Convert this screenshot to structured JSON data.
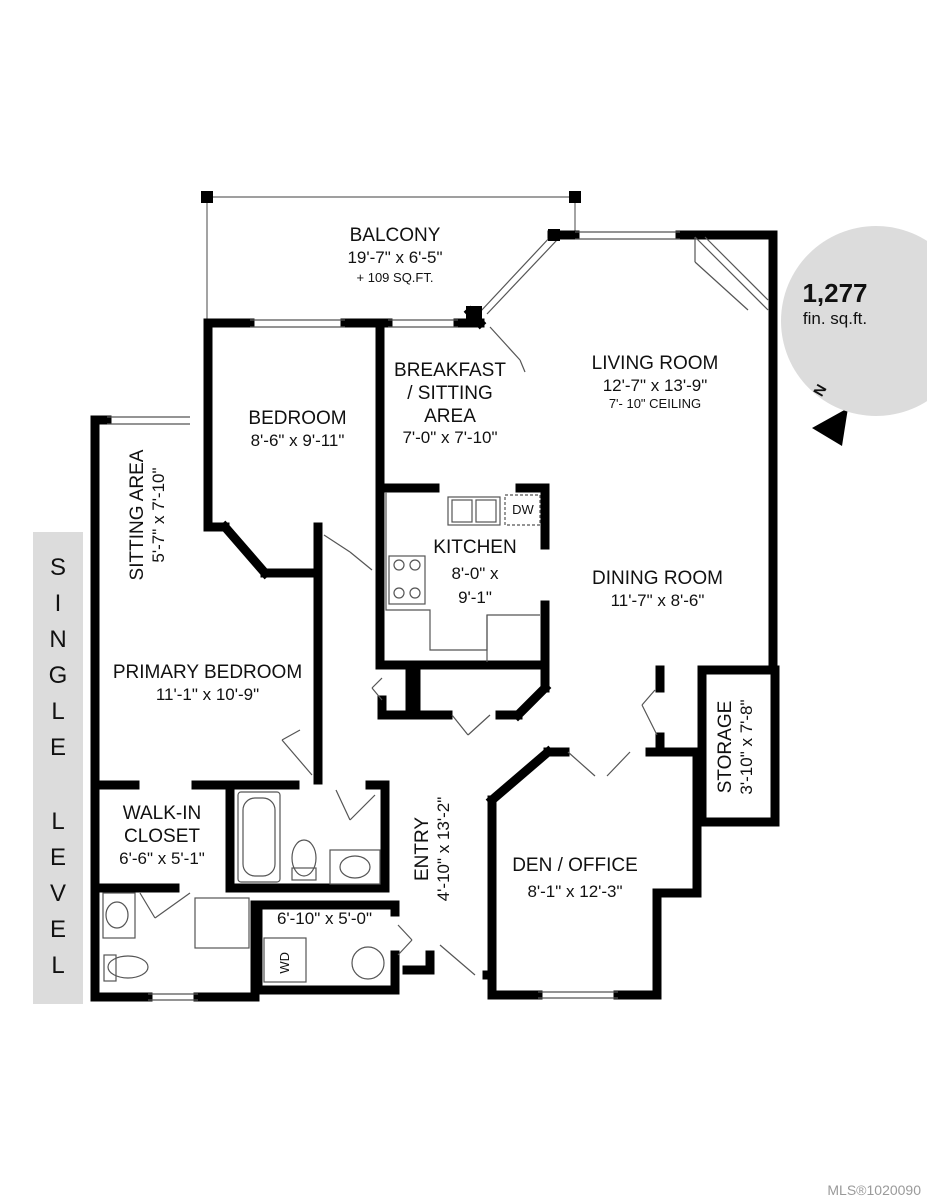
{
  "rooms": {
    "balcony": {
      "name": "BALCONY",
      "dims": "19'-7\" x 6'-5\"",
      "note": "+ 109 SQ.FT."
    },
    "living_room": {
      "name": "LIVING ROOM",
      "dims": "12'-7\" x 13'-9\"",
      "note": "7'- 10\" CEILING"
    },
    "breakfast": {
      "line1": "BREAKFAST",
      "line2": "/ SITTING",
      "line3": "AREA",
      "dims": "7'-0\" x 7'-10\""
    },
    "bedroom": {
      "name": "BEDROOM",
      "dims": "8'-6\" x 9'-11\""
    },
    "sitting_area": {
      "name": "SITTING AREA",
      "dims": "5'-7\" x 7'-10\""
    },
    "kitchen": {
      "name": "KITCHEN",
      "dims_line1": "8'-0\" x",
      "dims_line2": "9'-1\""
    },
    "dining_room": {
      "name": "DINING ROOM",
      "dims": "11'-7\" x 8'-6\""
    },
    "primary_bedroom": {
      "name": "PRIMARY BEDROOM",
      "dims": "11'-1\" x 10'-9\""
    },
    "storage": {
      "name": "STORAGE",
      "dims": "3'-10\" x 7'-8\""
    },
    "walk_in_closet": {
      "line1": "WALK-IN",
      "line2": "CLOSET",
      "dims": "6'-6\" x 5'-1\""
    },
    "entry": {
      "name": "ENTRY",
      "dims": "4'-10\" x 13'-2\""
    },
    "den_office": {
      "name": "DEN / OFFICE",
      "dims": "8'-1\" x 12'-3\""
    },
    "laundry": {
      "dims": "6'-10\" x 5'-0\""
    }
  },
  "fixtures": {
    "dishwasher": "DW",
    "washer_dryer": "WD"
  },
  "area_badge": {
    "value": "1,277",
    "unit": "fin. sq.ft."
  },
  "compass": {
    "label": "N"
  },
  "side_band": {
    "word1": [
      "S",
      "I",
      "N",
      "G",
      "L",
      "E"
    ],
    "word2": [
      "L",
      "E",
      "V",
      "E",
      "L"
    ]
  },
  "footer": {
    "mls": "MLS®1020090"
  },
  "colors": {
    "wall": "#000000",
    "badge_bg": "#dcdcdc",
    "line": "#555555",
    "footer": "#9a9a9a"
  }
}
